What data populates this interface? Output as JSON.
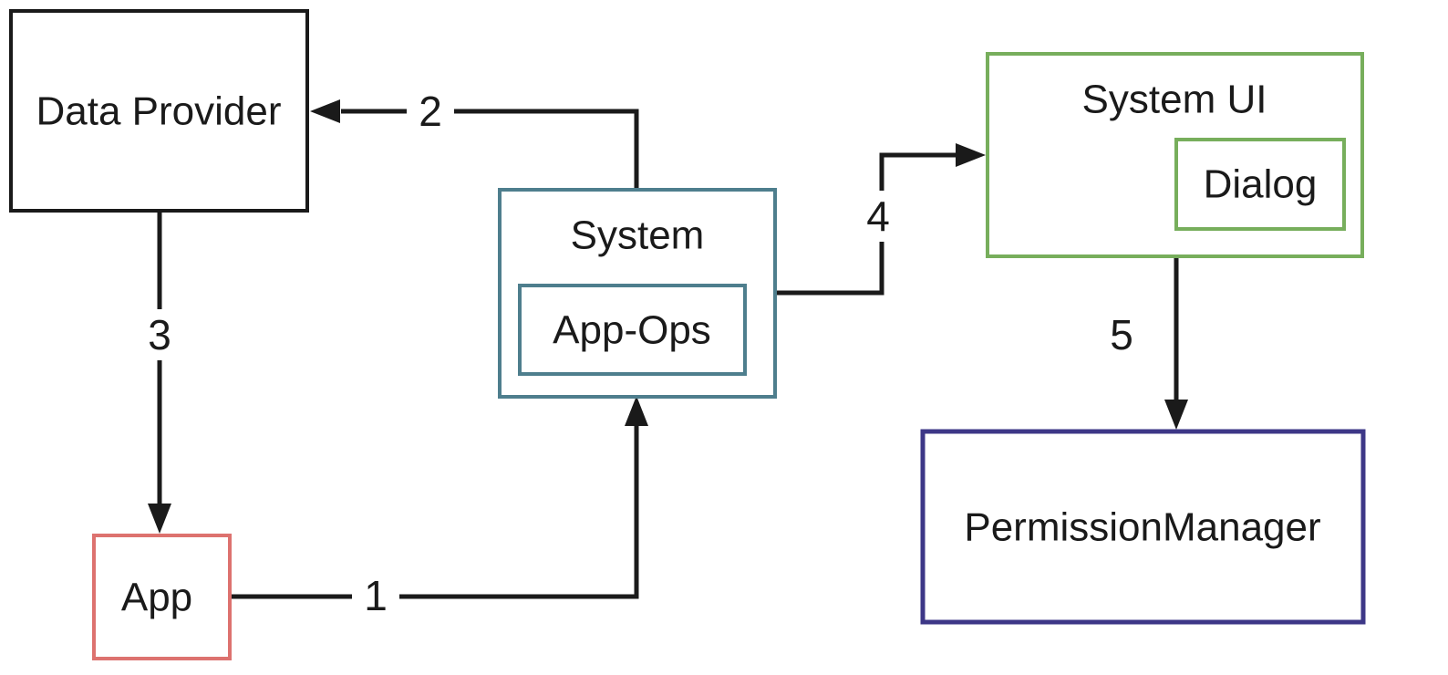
{
  "canvas": {
    "background": "#ffffff"
  },
  "colors": {
    "line": "#1a1a1a",
    "text": "#1a1a1a",
    "black_border": "#1a1a1a",
    "teal_border": "#4e7e8d",
    "green_border": "#77ae5c",
    "red_border": "#dd726f",
    "indigo_border": "#3d3787"
  },
  "nodes": {
    "data_provider": {
      "label": "Data Provider"
    },
    "system": {
      "label": "System"
    },
    "app_ops": {
      "label": "App-Ops"
    },
    "system_ui": {
      "label": "System UI"
    },
    "dialog": {
      "label": "Dialog"
    },
    "permission_manager": {
      "label": "PermissionManager"
    },
    "app": {
      "label": "App"
    }
  },
  "edges": {
    "e1": {
      "label": "1",
      "from": "App",
      "to": "System"
    },
    "e2": {
      "label": "2",
      "from": "System",
      "to": "Data Provider"
    },
    "e3": {
      "label": "3",
      "from": "Data Provider",
      "to": "App"
    },
    "e4": {
      "label": "4",
      "from": "System",
      "to": "System UI"
    },
    "e5": {
      "label": "5",
      "from": "System UI",
      "to": "PermissionManager"
    }
  }
}
